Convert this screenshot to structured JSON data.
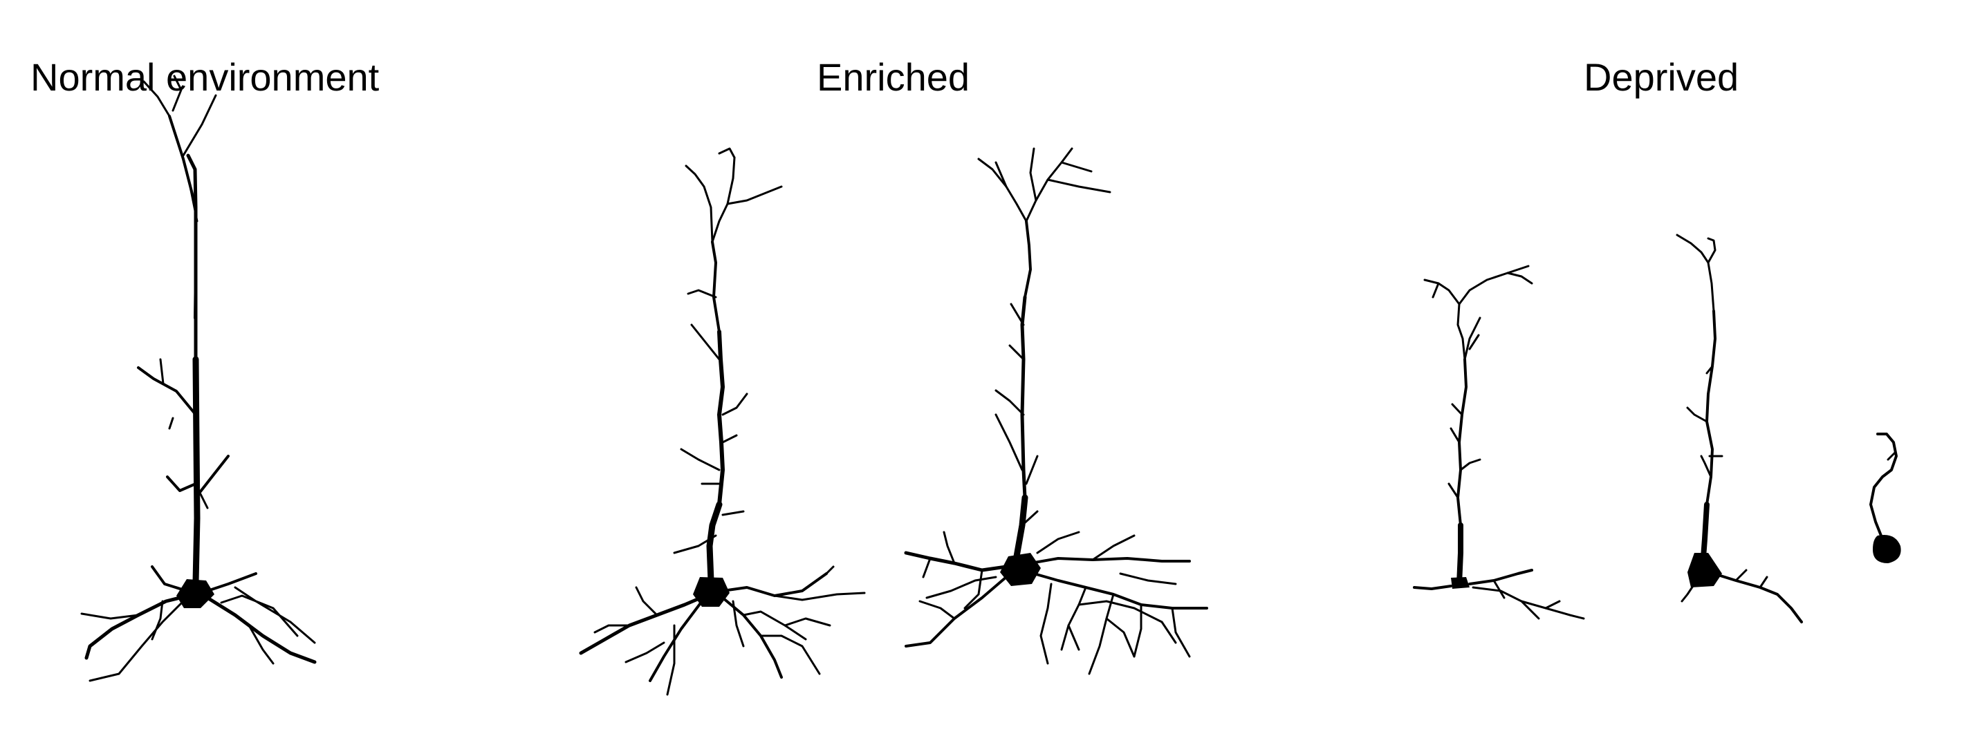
{
  "panels": [
    {
      "title": "Normal environment",
      "neuron_count": 1
    },
    {
      "title": "Enriched",
      "neuron_count": 2
    },
    {
      "title": "Deprived",
      "neuron_count": 3
    }
  ],
  "colors": {
    "ink": "#000000",
    "background": "#ffffff"
  }
}
